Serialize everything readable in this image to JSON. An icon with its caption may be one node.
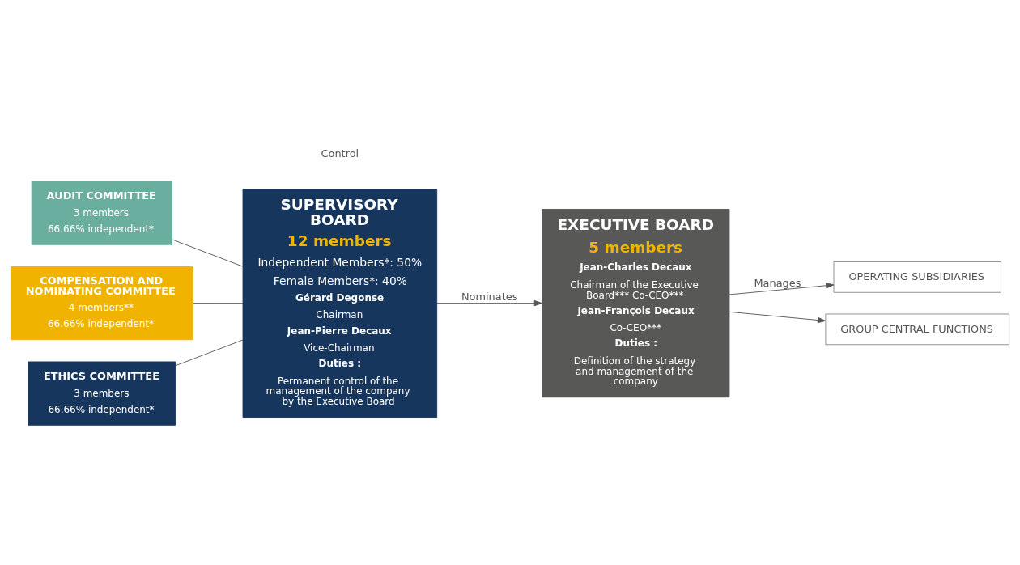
{
  "diagram": {
    "nodes": [
      {
        "text": [
          "AUDIT COMMITTEE",
          "3 members",
          "66.66% independent*"
        ]
      },
      {
        "text": [
          "COMPENSATION AND NOMINATING COMMITTEE",
          "4 members**",
          "66.66% independent*"
        ]
      },
      {
        "text": [
          "ETHICS COMMITTEE",
          "3 members",
          "66.66% independent*"
        ]
      },
      {
        "text": [
          "SUPERVISORY BOARD",
          "12 members",
          "Independent Members*: 50%",
          "Female Members*: 40%",
          "Gérard Degonse",
          "Chairman",
          "Jean-Pierre Decaux",
          "Vice-Chairman",
          "Duties :",
          "Permanent control of the management of the company by the Executive Board"
        ]
      },
      {
        "text": [
          "EXECUTIVE BOARD",
          "5 members",
          "Jean-Charles Decaux",
          "Chairman of the Executive Board*** Co-CEO***",
          "Jean-François Decaux",
          "Co-CEO***",
          "Duties :",
          "Definition of the strategy and management of the company"
        ]
      },
      {
        "text": [
          "OPERATING SUBSIDIARIES"
        ]
      },
      {
        "text": [
          "GROUP CENTRAL FUNCTIONS"
        ]
      }
    ],
    "edges": [
      {
        "from": 0,
        "to": 3,
        "arrow": "none"
      },
      {
        "from": 1,
        "to": 3,
        "arrow": "none"
      },
      {
        "from": 2,
        "to": 3,
        "arrow": "none"
      },
      {
        "from": 3,
        "to": 4,
        "arrow": "to",
        "label": "Nominates"
      },
      {
        "from": 4,
        "to": 5,
        "arrow": "to",
        "label": "Manages"
      },
      {
        "from": 4,
        "to": 6,
        "arrow": "to"
      }
    ],
    "labels": [
      "Control"
    ]
  }
}
